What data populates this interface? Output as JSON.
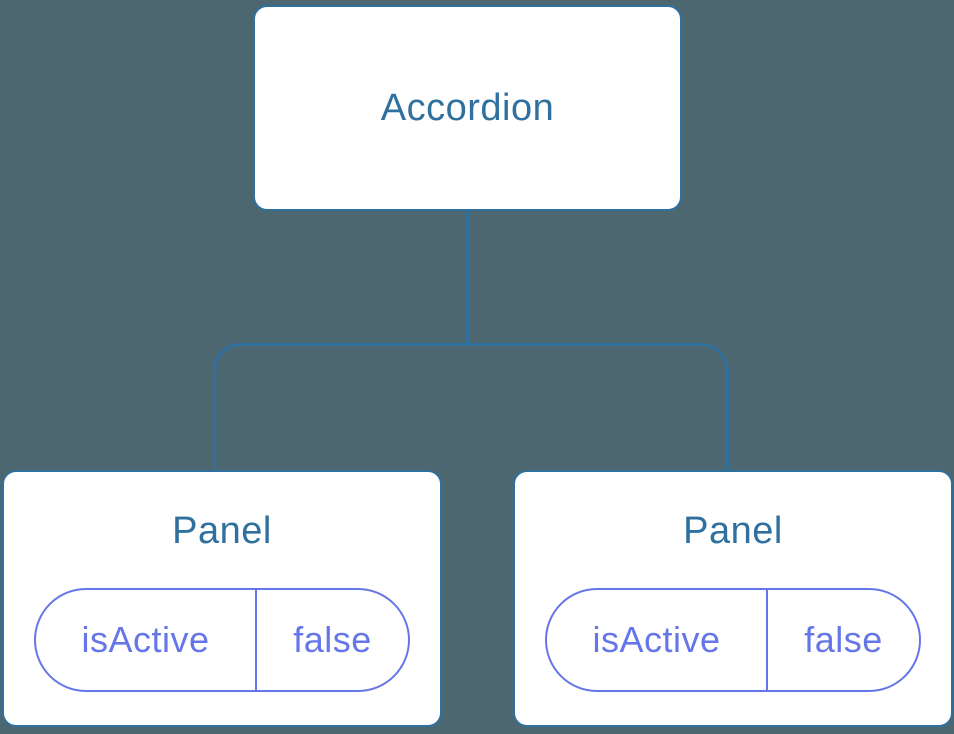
{
  "diagram": {
    "type": "component-tree",
    "background_color": "#4d6771",
    "node_color": "#2f709f",
    "state_color": "#6577e8",
    "node_fill": "#ffffff",
    "root": {
      "label": "Accordion"
    },
    "panels": [
      {
        "label": "Panel",
        "state_key": "isActive",
        "state_value": "false"
      },
      {
        "label": "Panel",
        "state_key": "isActive",
        "state_value": "false"
      }
    ]
  }
}
